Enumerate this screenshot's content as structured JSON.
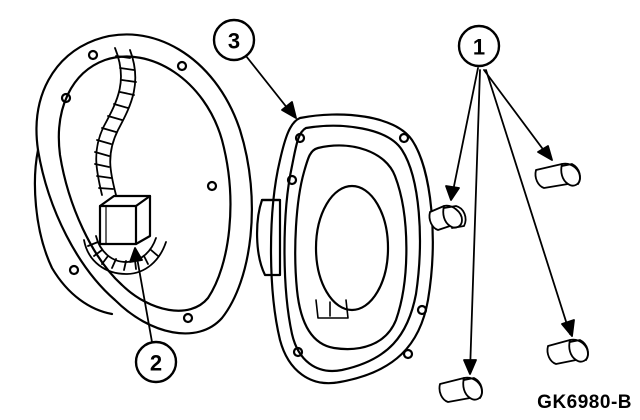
{
  "figure": {
    "id_label": "GK6980-B",
    "callouts": [
      {
        "number": "1",
        "refers_to": "bolts"
      },
      {
        "number": "2",
        "refers_to": "connector"
      },
      {
        "number": "3",
        "refers_to": "speaker"
      }
    ]
  },
  "colors": {
    "ink": "#000000",
    "paper": "#ffffff"
  }
}
